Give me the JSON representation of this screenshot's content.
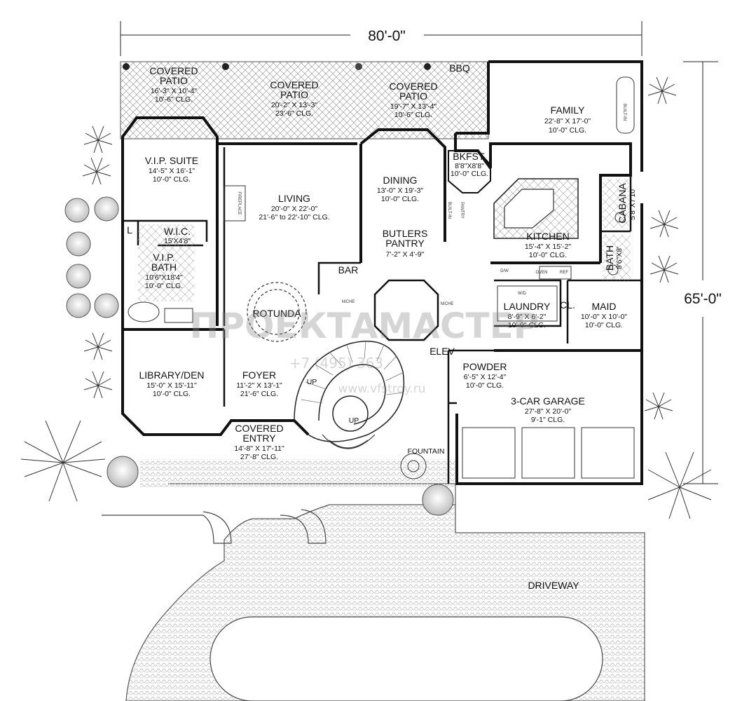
{
  "dimensions": {
    "width": "80'-0\"",
    "depth": "65'-0\""
  },
  "rooms": {
    "covered_patio_left": {
      "name1": "COVERED",
      "name2": "PATIO",
      "size": "16'-3\" X 10'-4\"",
      "ceiling": "10'-6\" CLG."
    },
    "covered_patio_center": {
      "name1": "COVERED",
      "name2": "PATIO",
      "size": "20'-2\" X 13'-3\"",
      "ceiling": "23'-6\" CLG."
    },
    "covered_patio_right": {
      "name1": "COVERED",
      "name2": "PATIO",
      "size": "19'-7\" X 13'-4\"",
      "ceiling": "10'-6\" CLG."
    },
    "bbq": {
      "name": "BBQ"
    },
    "family": {
      "name": "FAMILY",
      "size": "22'-8\" X 17'-0\"",
      "ceiling": "10'-0\" CLG."
    },
    "vip_suite": {
      "name": "V.I.P. SUITE",
      "size": "14'-5\" X 16'-1\"",
      "ceiling": "10'-0\" CLG."
    },
    "living": {
      "name": "LIVING",
      "size": "20'-0\" X 22'-0\"",
      "ceiling": "21'-6\" to 22'-10\" CLG."
    },
    "dining": {
      "name": "DINING",
      "size": "13'-0\" X 19'-3\"",
      "ceiling": "10'-0\" CLG."
    },
    "bkfst": {
      "name": "BKFST.",
      "size": "8'8\"X8'8\"",
      "ceiling": "10'-0\" CLG."
    },
    "kitchen": {
      "name": "KITCHEN",
      "size": "15'-4\" X 15'-2\"",
      "ceiling": "10'-0\" CLG."
    },
    "cabana": {
      "name": "CABANA",
      "size": "5'8\"X7'10\""
    },
    "bath": {
      "name": "BATH",
      "size": "8'6\"X8'"
    },
    "wic": {
      "name": "W.I.C.",
      "size": "15'X4'8\""
    },
    "l_closet": {
      "name": "L"
    },
    "vip_bath": {
      "name1": "V.I.P.",
      "name2": "BATH",
      "size": "10'6\"X18'4\"",
      "ceiling": "10'-0\" CLG."
    },
    "butlers_pantry": {
      "name1": "BUTLERS",
      "name2": "PANTRY",
      "size": "7'-2\" X 4'-9\""
    },
    "bar": {
      "name": "BAR"
    },
    "rotunda": {
      "name": "ROTUNDA"
    },
    "laundry": {
      "name": "LAUNDRY",
      "size": "8'-9\" X 6'-2\"",
      "ceiling": "10'-0\" CLG."
    },
    "cl": {
      "name": "CL."
    },
    "maid": {
      "name": "MAID",
      "size": "10'-0\" X 10'-0\"",
      "ceiling": "10'-0\" CLG."
    },
    "library": {
      "name": "LIBRARY/DEN",
      "size": "15'-0\" X 15'-11\"",
      "ceiling": "10'-0\" CLG."
    },
    "foyer": {
      "name": "FOYER",
      "size": "11'-2\" X 13'-1\"",
      "ceiling": "21'-6\" CLG."
    },
    "elev": {
      "name": "ELEV"
    },
    "powder": {
      "name": "POWDER",
      "size": "6'-5\" X 12'-4\"",
      "ceiling": "10'-0\" CLG."
    },
    "garage": {
      "name": "3-CAR GARAGE",
      "size": "27'-8\" X 20'-0\"",
      "ceiling": "9'-1\" CLG."
    },
    "covered_entry": {
      "name1": "COVERED",
      "name2": "ENTRY",
      "size": "14'-8\" X 17'-11\"",
      "ceiling": "27'-8\" CLG."
    },
    "fountain": {
      "name": "FOUNTAIN"
    },
    "driveway": {
      "name": "DRIVEWAY"
    }
  },
  "stairs": {
    "up1": "UP",
    "up2": "UP"
  },
  "fixtures": {
    "fireplace": "FIREPLACE",
    "built_in_family": "BUILT-IN",
    "built_in_dining": "BUILT-IN",
    "pantry": "PANTRY",
    "niche": "NICHE",
    "oven": "OVEN",
    "ref": "REF",
    "dw": "D/W",
    "wd": "W/D"
  },
  "watermark": {
    "brand": "ПРОЕКТАМАСТЕР",
    "phone": "+7 (495) 363",
    "site": "www.vfstroy.ru"
  },
  "colors": {
    "line": "#111111",
    "hatch": "#8a8a8a",
    "paving": "#b5b5b5",
    "background": "#ffffff"
  }
}
